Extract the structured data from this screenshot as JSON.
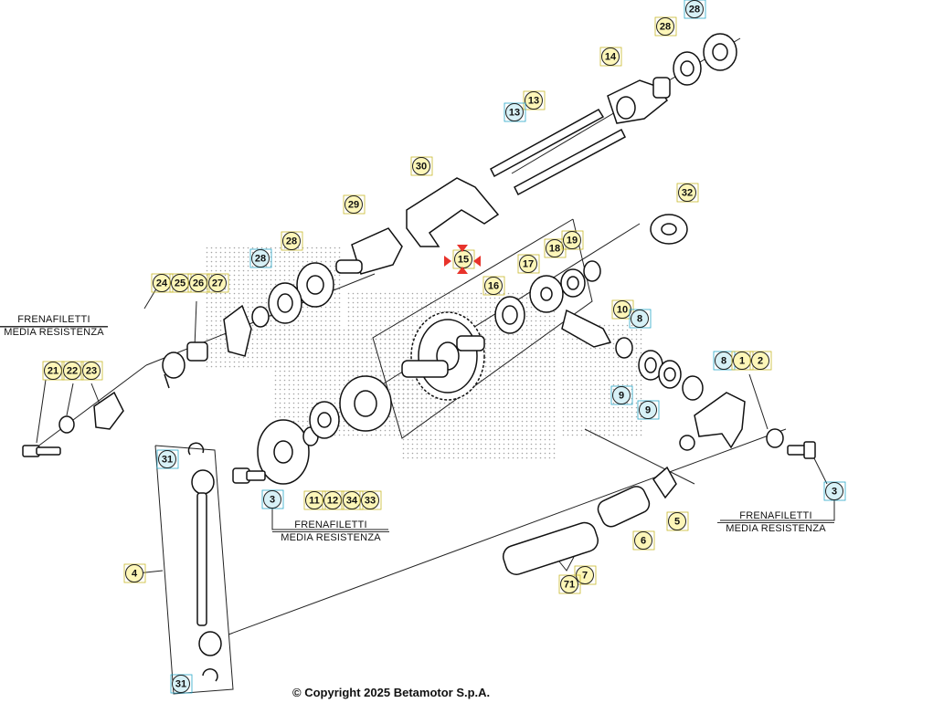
{
  "diagram": {
    "notes": [
      {
        "line1": "FRENAFILETTI",
        "line2": "MEDIA RESISTENZA"
      },
      {
        "line1": "FRENAFILETTI",
        "line2": "MEDIA RESISTENZA"
      },
      {
        "line1": "FRENAFILETTI",
        "line2": "MEDIA RESISTENZA"
      }
    ],
    "copyright": "© Copyright 2025 Betamotor S.p.A.",
    "callouts": [
      {
        "label": "28",
        "style": "blue"
      },
      {
        "label": "28",
        "style": "yellow"
      },
      {
        "label": "14",
        "style": "yellow"
      },
      {
        "label": "13",
        "style": "yellow"
      },
      {
        "label": "13",
        "style": "blue"
      },
      {
        "label": "30",
        "style": "yellow"
      },
      {
        "label": "29",
        "style": "yellow"
      },
      {
        "label": "32",
        "style": "yellow"
      },
      {
        "label": "15",
        "style": "yellow"
      },
      {
        "label": "18",
        "style": "yellow"
      },
      {
        "label": "19",
        "style": "yellow"
      },
      {
        "label": "17",
        "style": "yellow"
      },
      {
        "label": "16",
        "style": "yellow"
      },
      {
        "label": "28",
        "style": "blue"
      },
      {
        "label": "28",
        "style": "yellow"
      },
      {
        "label": "24",
        "style": "yellow"
      },
      {
        "label": "25",
        "style": "yellow"
      },
      {
        "label": "26",
        "style": "yellow"
      },
      {
        "label": "27",
        "style": "yellow"
      },
      {
        "label": "10",
        "style": "yellow"
      },
      {
        "label": "8",
        "style": "blue"
      },
      {
        "label": "21",
        "style": "yellow"
      },
      {
        "label": "22",
        "style": "yellow"
      },
      {
        "label": "23",
        "style": "yellow"
      },
      {
        "label": "9",
        "style": "blue"
      },
      {
        "label": "9",
        "style": "blue"
      },
      {
        "label": "8",
        "style": "blue"
      },
      {
        "label": "1",
        "style": "yellow"
      },
      {
        "label": "2",
        "style": "yellow"
      },
      {
        "label": "31",
        "style": "blue"
      },
      {
        "label": "3",
        "style": "blue"
      },
      {
        "label": "11",
        "style": "yellow"
      },
      {
        "label": "12",
        "style": "yellow"
      },
      {
        "label": "34",
        "style": "yellow"
      },
      {
        "label": "33",
        "style": "yellow"
      },
      {
        "label": "3",
        "style": "blue"
      },
      {
        "label": "5",
        "style": "yellow"
      },
      {
        "label": "6",
        "style": "yellow"
      },
      {
        "label": "4",
        "style": "yellow"
      },
      {
        "label": "7",
        "style": "yellow"
      },
      {
        "label": "71",
        "style": "yellow"
      },
      {
        "label": "31",
        "style": "blue"
      }
    ]
  }
}
